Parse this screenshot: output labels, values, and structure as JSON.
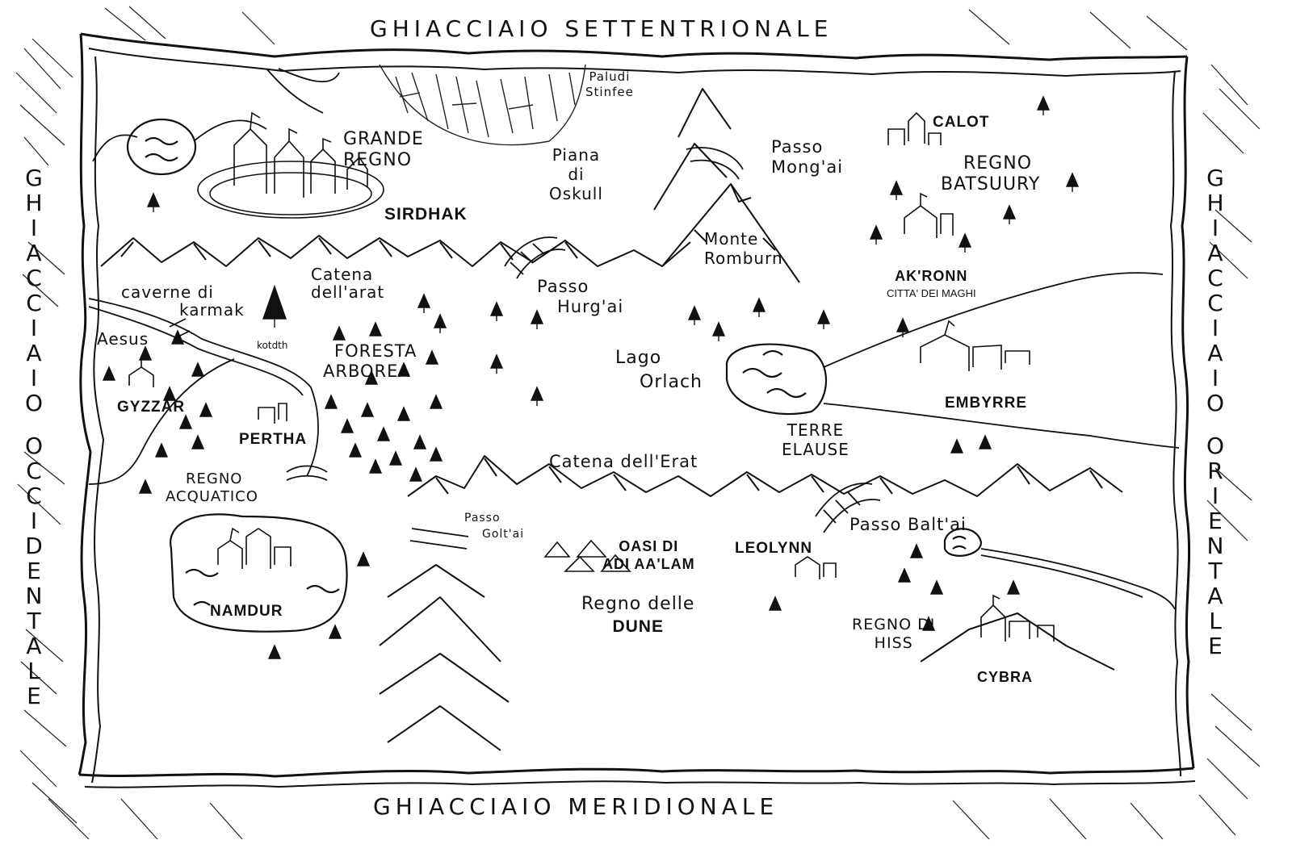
{
  "borders": {
    "north": "GHIACCIAIO SETTENTRIONALE",
    "south": "GHIACCIAIO MERIDIONALE",
    "west": "GHIACCIAIO OCCIDENTALE",
    "east": "GHIACCIAIO ORIENTALE"
  },
  "places": {
    "paludi": [
      "Paludi",
      "Stinfee"
    ],
    "grande_regno": [
      "GRANDE",
      "REGNO"
    ],
    "sirdhak": "SIRDHAK",
    "piana": [
      "Piana",
      "di",
      "Oskull"
    ],
    "passo_mongai": [
      "Passo",
      "Mong'ai"
    ],
    "calot": "CALOT",
    "regno_batsuury": [
      "REGNO",
      "BATSUURY"
    ],
    "monte_romburn": [
      "Monte",
      "Romburn"
    ],
    "caverne": [
      "caverne di",
      "karmak"
    ],
    "catena_arat": [
      "Catena",
      "dell'arat"
    ],
    "passo_hurgai": [
      "Passo",
      "Hurg'ai"
    ],
    "akronn": [
      "AK'RONN",
      "CITTA' DEI MAGHI"
    ],
    "aesus": "Aesus",
    "kotdth": "kotdth",
    "foresta": [
      "FORESTA",
      "ARBOREA"
    ],
    "lago": [
      "Lago",
      "Orlach"
    ],
    "gyzzar": "GYZZAR",
    "pertha": "PERTHA",
    "embyrre": "EMBYRRE",
    "terre": [
      "TERRE",
      "ELAUSE"
    ],
    "catena_erat": "Catena dell'Erat",
    "regno_acquatico": [
      "REGNO",
      "ACQUATICO"
    ],
    "passo_goltai": [
      "Passo",
      "Golt'ai"
    ],
    "oasi": [
      "OASI DI",
      "ADI AA'LAM"
    ],
    "leolynn": "LEOLYNN",
    "passo_baltai": "Passo Balt'ai",
    "namdur": "NAMDUR",
    "regno_dune": [
      "Regno delle",
      "DUNE"
    ],
    "regno_hiss": [
      "REGNO DI",
      "HISS"
    ],
    "cybra": "CYBRA"
  },
  "style": {
    "ink": "#111111",
    "paper": "#ffffff"
  }
}
